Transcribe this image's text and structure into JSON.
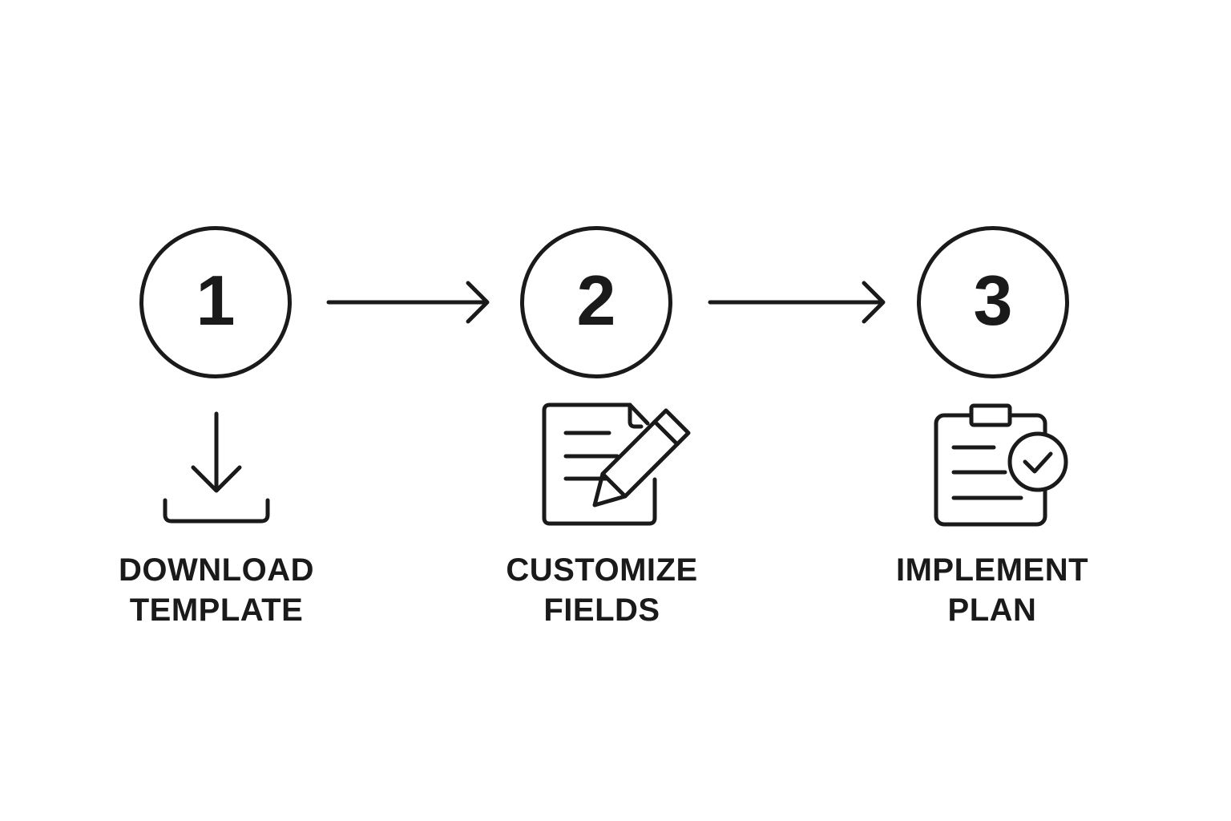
{
  "steps": [
    {
      "number": "1",
      "label_line1": "DOWNLOAD",
      "label_line2": "TEMPLATE",
      "icon": "download-icon"
    },
    {
      "number": "2",
      "label_line1": "CUSTOMIZE",
      "label_line2": "FIELDS",
      "icon": "document-edit-icon"
    },
    {
      "number": "3",
      "label_line1": "IMPLEMENT",
      "label_line2": "PLAN",
      "icon": "clipboard-check-icon"
    }
  ],
  "colors": {
    "stroke": "#1a1a1a",
    "background": "#ffffff"
  }
}
